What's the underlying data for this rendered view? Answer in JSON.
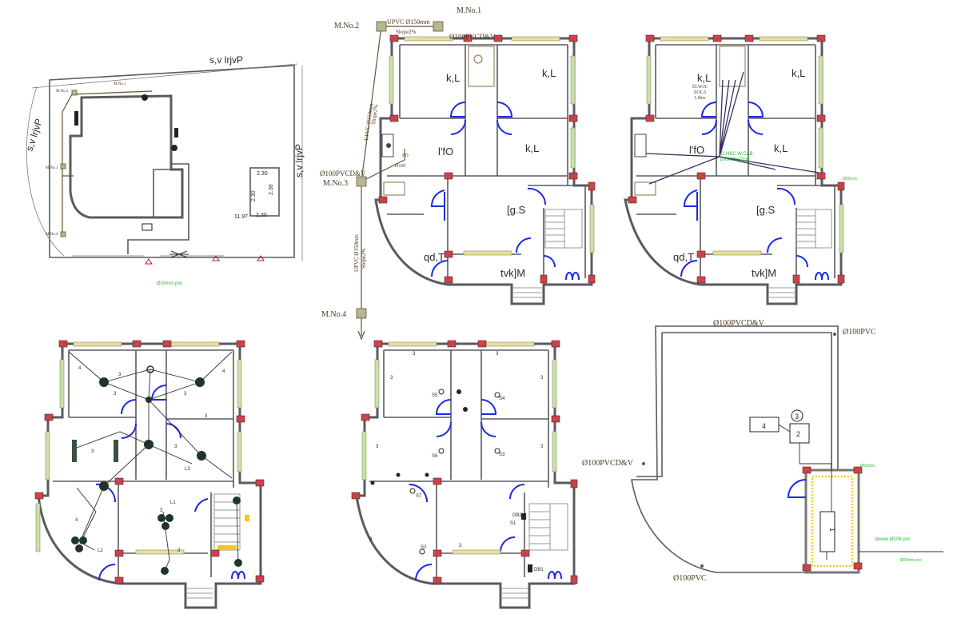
{
  "site_plan": {
    "road_top": "s,v lrjvP",
    "road_left": "s,v lrjvP",
    "road_right": "s,v lrjvP",
    "dim_a": "2.30",
    "dim_b": "2.30",
    "dim_c": "2.30",
    "dim_d": "2.30",
    "dim_e": "11.97",
    "pipe_note": "Ø20mm pvc",
    "mh_labels": [
      "M.No.1",
      "M.No.2",
      "M.No.3",
      "M.No.4"
    ]
  },
  "drainage_plan": {
    "manholes": [
      "M.No.1",
      "M.No.2",
      "M.No.3",
      "M.No.4"
    ],
    "upvc_top": "UPVC  Ø150mm",
    "slope_top": "Slope2%",
    "vent_top": "Ø100PVCD&V",
    "upvc_diag": "UPVC  Ø150mm",
    "slope_diag": "Slope2%",
    "vent_left": "Ø100PVCD&V",
    "upvc_vert": "UPVC  Ø150mm",
    "slope_vert": "Slope2%",
    "fd_label": "FD",
    "fd_size": "Ø100",
    "rooms": [
      "k,L",
      "k,L",
      "l'fO",
      "k,L",
      "[g.S",
      "qd,T",
      "tvk]M"
    ]
  },
  "water_plan": {
    "rooms": [
      "k,L",
      "k,L",
      "l'fO",
      "k,L",
      "[g.S",
      "qd,T",
      "tvk]M"
    ],
    "ewh_label": "El.W.H.",
    "ewh_sub": "SOLA",
    "ewh_cap": "1.0hw",
    "dhcw_label": "D.H&C.W.CAB",
    "dhcw_size": "100x60x12cm",
    "pipe_note": "Ø32mm"
  },
  "roof_plan": {
    "vent_top": "Ø100PVCD&V",
    "pvc_tr": "Ø100PVC",
    "vent_left": "Ø100PVCD&V",
    "pvc_bottom": "Ø100PVC",
    "pipe_note": "Ø32mm",
    "sleeve_note": "sleeve Ø108 pvc",
    "pipe_note2": "Ø20mm pvc",
    "tank_labels": [
      "4",
      "2",
      "3",
      "1"
    ]
  },
  "lighting_plan": {
    "labels": [
      "L1",
      "L2",
      "L3"
    ],
    "circuit_counts": [
      "3",
      "3",
      "3",
      "3",
      "3",
      "3",
      "4",
      "4",
      "4",
      "3",
      "3"
    ]
  },
  "power_plan": {
    "switches": [
      "S1",
      "S2",
      "S3",
      "S4",
      "S5",
      "S6",
      "S7"
    ],
    "boards": [
      "DB2",
      "DB1"
    ],
    "counts": [
      "3",
      "3",
      "3",
      "3",
      "3",
      "3",
      "3",
      "3"
    ]
  }
}
